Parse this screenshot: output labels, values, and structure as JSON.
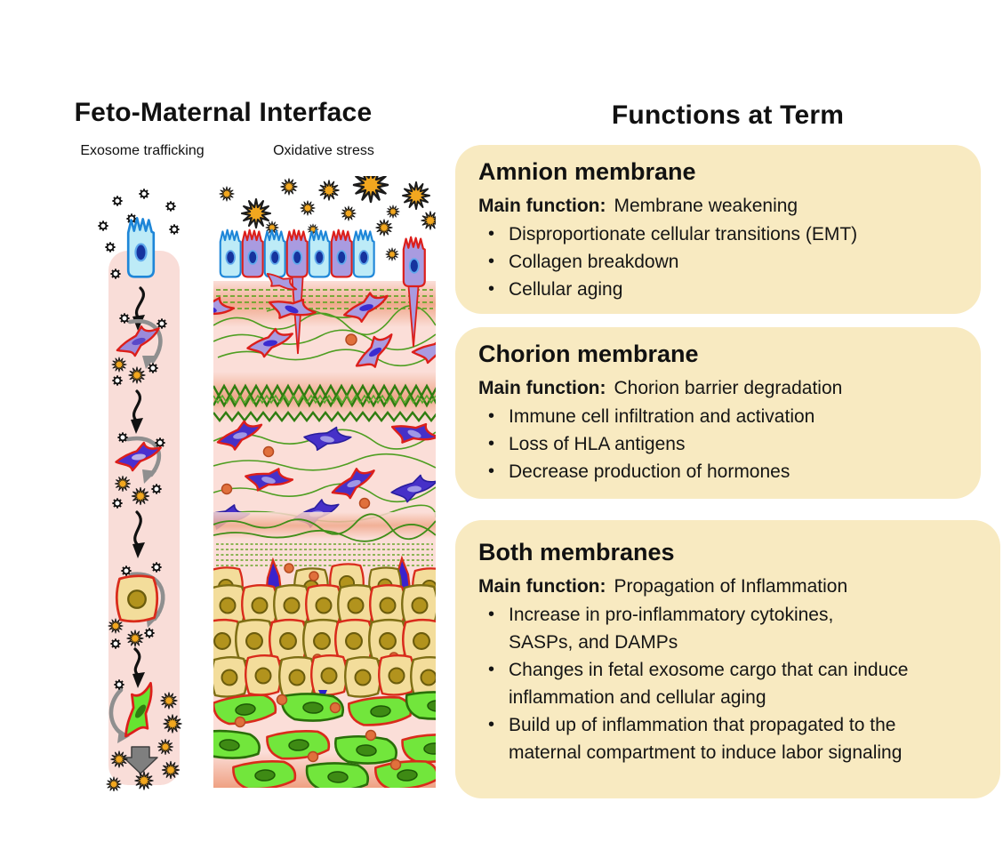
{
  "left_panel": {
    "title": "Feto-Maternal Interface",
    "exosome_label": "Exosome trafficking",
    "oxidative_label": "Oxidative stress"
  },
  "right_panel": {
    "title": "Functions at Term",
    "boxes": [
      {
        "heading": "Amnion membrane",
        "main_function_label": "Main function:",
        "main_function": "Membrane weakening",
        "bullets": [
          "Disproportionate cellular transitions (EMT)",
          "Collagen breakdown",
          "Cellular aging"
        ]
      },
      {
        "heading": "Chorion membrane",
        "main_function_label": "Main function:",
        "main_function": "Chorion barrier degradation",
        "bullets": [
          "Immune cell infiltration and activation",
          "Loss of HLA antigens",
          "Decrease production of hormones"
        ]
      },
      {
        "heading": "Both membranes",
        "main_function_label": "Main function:",
        "main_function": "Propagation of Inflammation",
        "bullets": [
          "Increase in pro-inflammatory cytokines,\nSASPs, and DAMPs",
          "Changes in fetal exosome cargo that can induce\ninflammation and cellular aging",
          "Build up of inflammation that propagated to the\nmaternal compartment to induce labor signaling"
        ]
      }
    ]
  },
  "palette": {
    "background": "#FFFFFF",
    "info_box_fill": "#F8EAC1",
    "text": "#111111",
    "column_pink": "#F9DDD8",
    "tissue_pink": "#FBDED8",
    "salmon_band": "#F0A98C",
    "ros_starburst_orange": "#F2A71F",
    "epithelial_cyan": "#BDEBF7",
    "epithelial_purple": "#A99BE0",
    "fibroblast_blue": "#4630C8",
    "trophoblast_tan": "#F3DD9B",
    "decidua_green": "#72E63C",
    "cell_outline_red": "#DC1F1B",
    "collagen_green": "#4E9E21",
    "arrow_black": "#111111",
    "arrow_gray": "#8F8F8F",
    "orange_dot": "#E0703C"
  },
  "icons": {
    "exosome_particle": "small black gear-shaped vesicle",
    "ros_starburst": "12-point orange starburst",
    "trafficking_arrow": "black wavy S arrow, solid head",
    "uptake_arrow": "gray curved arc arrow",
    "propagation_arrow": "thick gray block arrow down"
  }
}
